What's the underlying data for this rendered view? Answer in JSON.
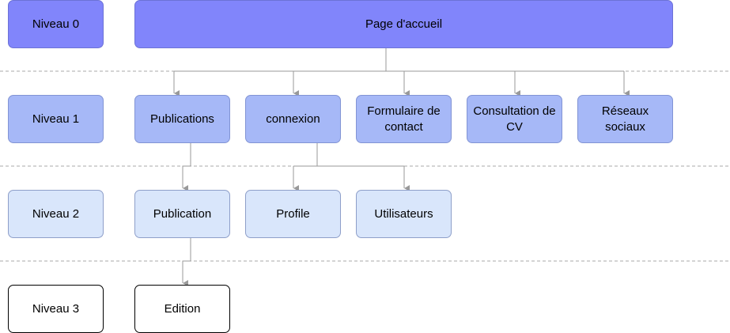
{
  "levels": [
    {
      "label": "Niveau 0"
    },
    {
      "label": "Niveau 1"
    },
    {
      "label": "Niveau 2"
    },
    {
      "label": "Niveau 3"
    }
  ],
  "nodes": {
    "home": "Page d'accueil",
    "publications": "Publications",
    "connexion": "connexion",
    "contact_form": "Formulaire de contact",
    "cv": "Consultation de CV",
    "social": "Réseaux sociaux",
    "publication": "Publication",
    "profile": "Profile",
    "users": "Utilisateurs",
    "edition": "Edition"
  },
  "colors": {
    "level0": "#8185fb",
    "level1": "#a6b8f7",
    "level2": "#d9e6fb",
    "level3": "#ffffff",
    "connector": "#999999",
    "divider": "#aaaaaa"
  }
}
